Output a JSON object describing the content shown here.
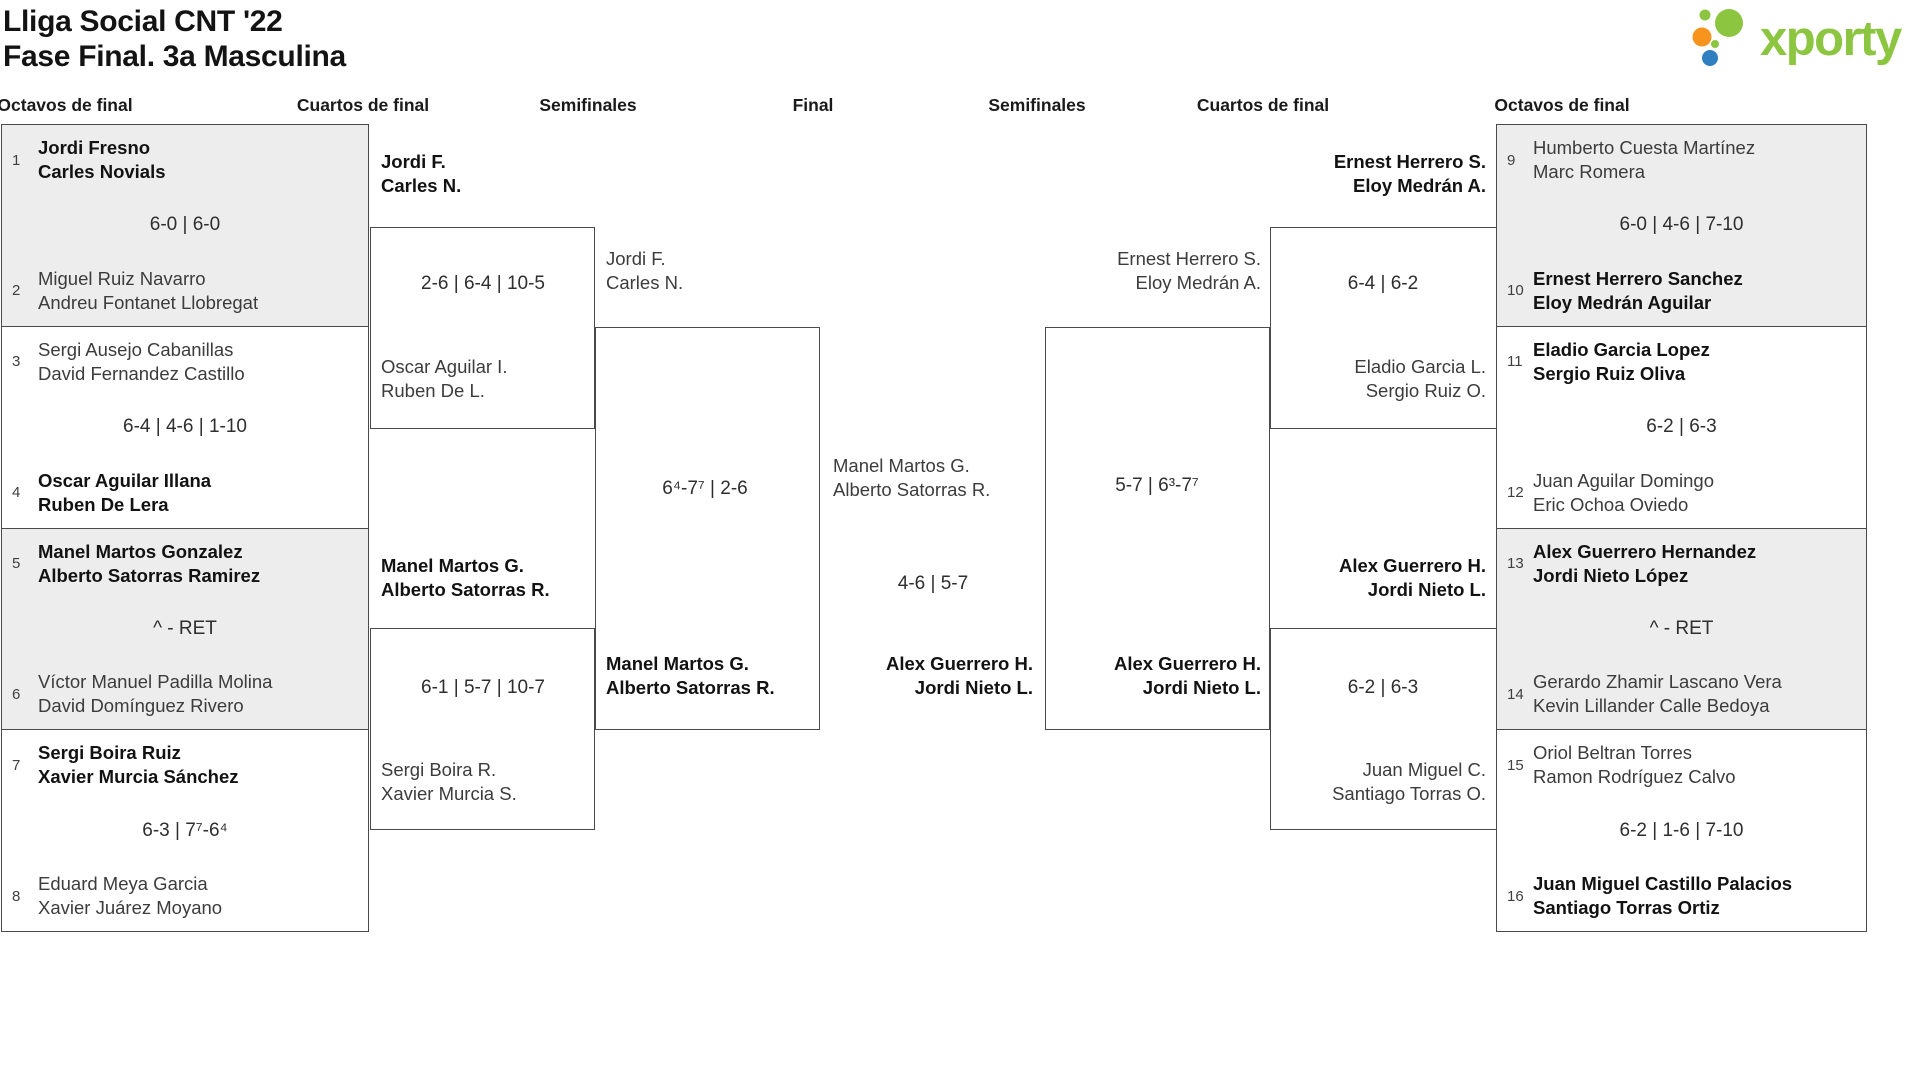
{
  "title": {
    "line1": "Lliga Social CNT '22",
    "line2": "Fase Final. 3a Masculina"
  },
  "logo": {
    "brand": "xporty"
  },
  "colors": {
    "accent_green": "#8cc540",
    "accent_orange": "#f7941e",
    "accent_blue": "#2f7fc1",
    "border": "#4a4a4a",
    "shaded_bg": "#ededed"
  },
  "headers": {
    "octavos_left": "Octavos de final",
    "cuartos_left": "Cuartos de final",
    "semis_left": "Semifinales",
    "final": "Final",
    "semis_right": "Semifinales",
    "cuartos_right": "Cuartos de final",
    "octavos_right": "Octavos de final"
  },
  "octavos_left": [
    {
      "seed_top": "1",
      "top1": "Jordi Fresno",
      "top2": "Carles Novials",
      "score": "6-0 | 6-0",
      "seed_bottom": "2",
      "bottom1": "Miguel Ruiz Navarro",
      "bottom2": "Andreu Fontanet Llobregat"
    },
    {
      "seed_top": "3",
      "top1": "Sergi Ausejo Cabanillas",
      "top2": "David Fernandez Castillo",
      "score": "6-4 | 4-6 | 1-10",
      "seed_bottom": "4",
      "bottom1": "Oscar Aguilar Illana",
      "bottom2": "Ruben De Lera"
    },
    {
      "seed_top": "5",
      "top1": "Manel Martos Gonzalez",
      "top2": "Alberto Satorras Ramirez",
      "score": "^ - RET",
      "seed_bottom": "6",
      "bottom1": "Víctor Manuel Padilla Molina",
      "bottom2": "David Domínguez Rivero"
    },
    {
      "seed_top": "7",
      "top1": "Sergi Boira Ruiz",
      "top2": "Xavier Murcia Sánchez",
      "score": "6-3 | 7⁷-6⁴",
      "seed_bottom": "8",
      "bottom1": "Eduard Meya Garcia",
      "bottom2": "Xavier Juárez Moyano"
    }
  ],
  "octavos_right": [
    {
      "seed_top": "9",
      "top1": "Humberto Cuesta Martínez",
      "top2": "Marc Romera",
      "score": "6-0 | 4-6 | 7-10",
      "seed_bottom": "10",
      "bottom1": "Ernest Herrero Sanchez",
      "bottom2": "Eloy Medrán Aguilar"
    },
    {
      "seed_top": "11",
      "top1": "Eladio Garcia Lopez",
      "top2": "Sergio Ruiz Oliva",
      "score": "6-2 | 6-3",
      "seed_bottom": "12",
      "bottom1": "Juan Aguilar Domingo",
      "bottom2": "Eric Ochoa Oviedo"
    },
    {
      "seed_top": "13",
      "top1": "Alex Guerrero Hernandez",
      "top2": "Jordi Nieto López",
      "score": "^ - RET",
      "seed_bottom": "14",
      "bottom1": "Gerardo Zhamir Lascano Vera",
      "bottom2": "Kevin Lillander Calle Bedoya"
    },
    {
      "seed_top": "15",
      "top1": "Oriol Beltran Torres",
      "top2": "Ramon Rodríguez Calvo",
      "score": "6-2 | 1-6 | 7-10",
      "seed_bottom": "16",
      "bottom1": "Juan Miguel Castillo Palacios",
      "bottom2": "Santiago Torras Ortiz"
    }
  ],
  "cuartos_left": [
    {
      "top1": "Jordi F.",
      "top2": "Carles N.",
      "score": "2-6 | 6-4 | 10-5",
      "bottom1": "Oscar Aguilar I.",
      "bottom2": "Ruben De L."
    },
    {
      "top1": "Manel Martos G.",
      "top2": "Alberto Satorras R.",
      "score": "6-1 | 5-7 | 10-7",
      "bottom1": "Sergi Boira R.",
      "bottom2": "Xavier Murcia S."
    }
  ],
  "cuartos_right": [
    {
      "top1": "Ernest Herrero S.",
      "top2": "Eloy Medrán A.",
      "score": "6-4 | 6-2",
      "bottom1": "Eladio Garcia L.",
      "bottom2": "Sergio Ruiz O."
    },
    {
      "top1": "Alex Guerrero H.",
      "top2": "Jordi Nieto L.",
      "score": "6-2 | 6-3",
      "bottom1": "Juan Miguel C.",
      "bottom2": "Santiago Torras O."
    }
  ],
  "semis_left": {
    "top1": "Jordi F.",
    "top2": "Carles N.",
    "score": "6⁴-7⁷ | 2-6",
    "bottom1": "Manel Martos G.",
    "bottom2": "Alberto Satorras R."
  },
  "semis_right": {
    "top1": "Ernest Herrero S.",
    "top2": "Eloy Medrán A.",
    "score": "5-7 | 6³-7⁷",
    "bottom1": "Alex Guerrero H.",
    "bottom2": "Jordi Nieto L."
  },
  "final": {
    "top1": "Manel Martos G.",
    "top2": "Alberto Satorras R.",
    "score": "4-6 | 5-7",
    "bottom1": "Alex Guerrero H.",
    "bottom2": "Jordi Nieto L."
  }
}
